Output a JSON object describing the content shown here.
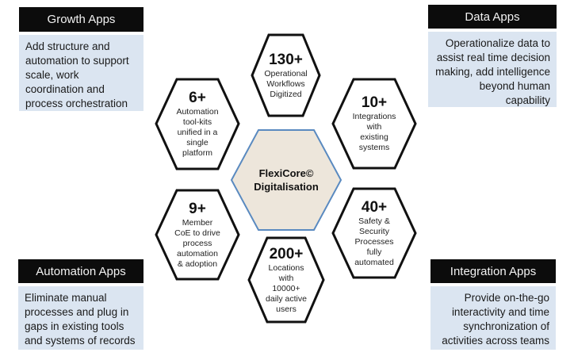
{
  "panels": {
    "growth": {
      "title": "Growth Apps",
      "lines": [
        "Add structure and",
        "automation to support",
        "scale, work",
        "coordination and",
        "process orchestration"
      ]
    },
    "data": {
      "title": "Data Apps",
      "lines": [
        "Operationalize data to",
        "assist real time decision",
        "making, add intelligence",
        "beyond human",
        "capability"
      ]
    },
    "automation": {
      "title": "Automation Apps",
      "lines": [
        "Eliminate manual",
        "processes and plug in",
        "gaps in existing tools",
        "and systems of records"
      ]
    },
    "integration": {
      "title": "Integration Apps",
      "lines": [
        "Provide on-the-go",
        "interactivity and time",
        "synchronization of",
        "activities across teams"
      ]
    }
  },
  "center": {
    "lines": [
      "FlexiCore©",
      "Digitalisation"
    ]
  },
  "hexes": {
    "top": {
      "value": "130+",
      "lines": [
        "Operational",
        "Workflows",
        "Digitized"
      ]
    },
    "upper_left": {
      "value": "6+",
      "lines": [
        "Automation",
        "tool-kits",
        "unified in a",
        "single",
        "platform"
      ]
    },
    "upper_right": {
      "value": "10+",
      "lines": [
        "Integrations",
        "with",
        "existing",
        "systems"
      ]
    },
    "lower_left": {
      "value": "9+",
      "lines": [
        "Member",
        "CoE to drive",
        "process",
        "automation",
        "& adoption"
      ]
    },
    "lower_right": {
      "value": "40+",
      "lines": [
        "Safety &",
        "Security",
        "Processes",
        "fully",
        "automated"
      ]
    },
    "bottom": {
      "value": "200+",
      "lines": [
        "Locations",
        "with",
        "10000+",
        "daily active",
        "users"
      ]
    }
  }
}
